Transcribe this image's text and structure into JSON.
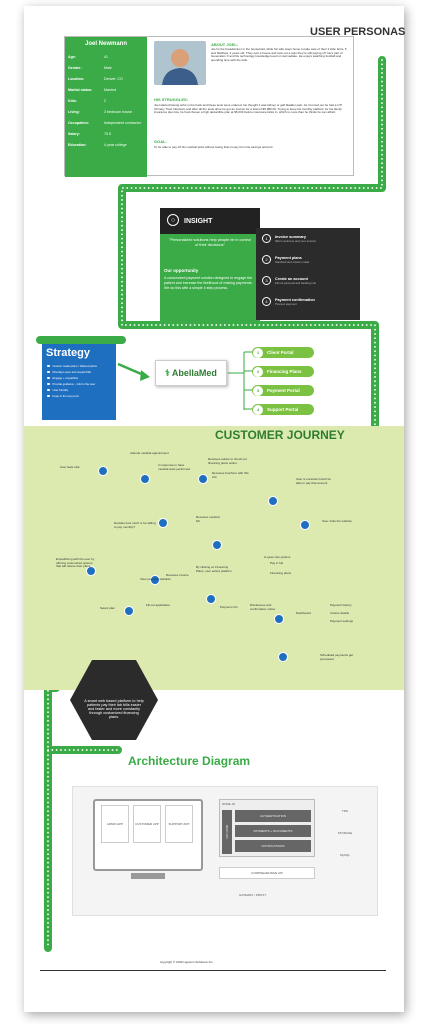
{
  "title": "USER PERSONAS",
  "persona": {
    "name": "Joel Newmann",
    "fields": [
      {
        "k": "Age:",
        "v": "41"
      },
      {
        "k": "Gender:",
        "v": "Male"
      },
      {
        "k": "Location:",
        "v": "Denver, CO"
      },
      {
        "k": "Marital status:",
        "v": "Married"
      },
      {
        "k": "Kids:",
        "v": "2"
      },
      {
        "k": "Living:",
        "v": "3 bedroom house"
      },
      {
        "k": "Occupation:",
        "v": "Independent contractor"
      },
      {
        "k": "Salary:",
        "v": "75 K"
      },
      {
        "k": "Education:",
        "v": "4-year college"
      }
    ],
    "about_title": "ABOUT JOEL:",
    "about_text": "Joel is the breadwinner in the household, while his wife stays home to take care of their 2 kids: Ezra, 5 and Matthew, 2 years old. They own a house and took out a loan they're still paying off. He's part of Generation X and his technology knowledge level is intermediate. He enjoys watching football and spending time with the kids.",
    "struggles_title": "HIS STRUGGLES:",
    "struggles_text": "Joel started having ache in the back and these tests were ordered. He thought it was kidney or gall bladder pain. As it turned out he had a UTI (Urinary Tract Infection) and after all the tests done he got an invoice for a total of $5,986.00. Trying to keep his monthly platform for his family insurance plan low, he had chosen a high deductible plan at $5,000 before insurance kicks in, which is more than he thinks he can afford.",
    "goal_title": "GOAL:",
    "goal_text": "To be able to pay off his medical tests without losing that money from his savings account."
  },
  "insight": {
    "title": "INSIGHT",
    "quote": "\"Personalized solutions help people be in control of their decisions\"",
    "opportunity_title": "Our opportunity",
    "opportunity_text": "A customized payment solution designed to engage the patient and increase the likelihood of making payments. We do this with a simple 4 step process."
  },
  "steps": [
    {
      "n": "1",
      "title": "Invoice summary",
      "sub": "Warm welcome and your amount"
    },
    {
      "n": "2",
      "title": "Payment plans",
      "sub": "Standard and custom made"
    },
    {
      "n": "3",
      "title": "Create an account",
      "sub": "Fill out personal and banking info"
    },
    {
      "n": "4",
      "title": "Payment confirmation",
      "sub": "Process payment"
    }
  ],
  "strategy": {
    "title": "Strategy",
    "items": [
      "Custom made plans / Tailored plans",
      "Mondays open and unpaid bills",
      "Engage + empathize",
      "Provide guidance - inform the user",
      "User friendly",
      "Keep in the long term"
    ]
  },
  "logo": "AbellaMed",
  "portals": [
    {
      "n": "1",
      "label": "Client Portal"
    },
    {
      "n": "2",
      "label": "Financing Plans"
    },
    {
      "n": "3",
      "label": "Payment Portal"
    },
    {
      "n": "4",
      "label": "Support Portal"
    }
  ],
  "journey": {
    "title": "CUSTOMER JOURNEY",
    "labels": [
      "User feels sick",
      "Attends medical appointment",
      "In response to have medical tests performed",
      "Receives advice to check out financing plans online.",
      "Receives brochure with this info",
      "User is uncertain how'll be able to pay that amount",
      "Decides how much is he willing to pay monthly?",
      "Receives medical bill",
      "User visits the website",
      "Empathizing with the user by offering customized options that will relieve their plans.",
      "Is given two options",
      "Pay in full",
      "Financing plans",
      "Receives invoice info",
      "By clicking on Financing Plans, user enters platform.",
      "View payment plans",
      "Select plan",
      "Fill out application",
      "Payment info",
      "Disclosures and confirmation notice",
      "Dashboard",
      "Payment history",
      "Invoice details",
      "Payment settings",
      "Scheduled payments get processed"
    ]
  },
  "hex_text": "A smart web based platform to help patients pay their lab bills easier and faster and more constantly through customized financing plans.",
  "architecture": {
    "title": "Architecture Diagram",
    "apps": [
      "ADMIN APP",
      "CUSTOMER APP",
      "SUPPORT APP"
    ],
    "node": "NODE JS",
    "rest": "REST API",
    "services": [
      "AUTHENTICATION",
      "PAYMENTS + DOCUMENTS",
      "NOTIFICATIONS"
    ],
    "comp": "COMPREHENSIVE API",
    "db": [
      "TDS",
      "STORAGE",
      "MySQL"
    ],
    "gateway": "GATEWAY / PROXY"
  },
  "footer": "copyright © 2016 Hypsom Solutions Inc."
}
